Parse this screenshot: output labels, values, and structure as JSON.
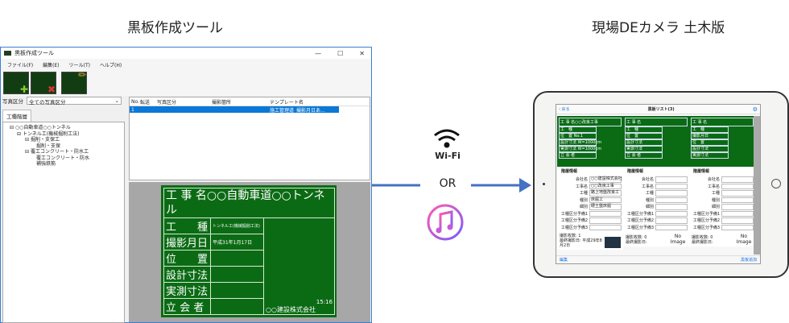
{
  "headings": {
    "left": "黒板作成ツール",
    "right": "現場DEカメラ 土木版"
  },
  "window": {
    "title": "黒板作成ツール",
    "controls": [
      "—",
      "☐",
      "✕"
    ],
    "menu": [
      "ファイル(F)",
      "編集(E)",
      "ツール(T)",
      "ヘルプ(H)"
    ],
    "filter_label": "写真区分",
    "filter_value": "全ての写真区分",
    "tab": "工種階層",
    "tree": [
      "○○自動車道○○トンネル",
      "トンネル工(機械掘削工法)",
      "掘削・支保工",
      "掘削・支保",
      "覆工コンクリート・防水工",
      "覆工コンクリート・防水",
      "補強鉄筋"
    ],
    "columns": [
      "No.",
      "転送",
      "写真区分",
      "撮影箇所",
      "テンプレート名"
    ],
    "row": {
      "no": "1",
      "template": "施工管理道_撮影月日あ..."
    }
  },
  "blackboard": {
    "title_label": "工 事 名",
    "title_value": "○○自動車道○○トンネル",
    "rows": [
      {
        "label": "工　　種",
        "value": "トンネル工(機械掘削工法)"
      },
      {
        "label": "撮影月日",
        "value": "平成31年1月17日"
      },
      {
        "label": "位　　置",
        "value": ""
      },
      {
        "label": "設計寸法",
        "value": ""
      },
      {
        "label": "実測寸法",
        "value": ""
      },
      {
        "label": "立 会 者",
        "value": ""
      }
    ],
    "time": "15:16",
    "company": "○○建設株式会社"
  },
  "connector": {
    "wifi": "Wi-Fi",
    "or": "OR"
  },
  "tablet": {
    "back": "戻る",
    "title": "黒板リスト(3)",
    "bottom_left": "編集",
    "bottom_right": "黒板追加",
    "section": "階層情報",
    "cards": [
      {
        "bb_title": "工 事 名○○改良工事",
        "bb_rows": [
          "工　種",
          "位　置 No.1",
          "設計寸法 W=1000cm",
          "実測寸法 W=1000cm",
          "立 会 者"
        ],
        "fields": [
          "○○建設株式会社",
          "○○改良工事",
          "路上地盤改良工",
          "床掘工",
          "硬土盤床掘",
          "",
          "",
          ""
        ],
        "count": "撮影枚数: 1",
        "last": "最終撮影日: 平成29年8月2日",
        "image": ""
      },
      {
        "bb_title": "工 事 名",
        "bb_rows": [
          "工　種",
          "位　置",
          "設計寸法",
          "実測寸法",
          "立 会 者"
        ],
        "fields": [
          "",
          "",
          "",
          "",
          "",
          "",
          "",
          ""
        ],
        "count": "撮影枚数: 0",
        "last": "最終撮影日:",
        "image": "No Image"
      },
      {
        "bb_title": "工 事 名",
        "bb_rows": [
          "工　種",
          "撮影月日",
          "位　置",
          "設計寸法",
          "実測寸法"
        ],
        "fields": [
          "",
          "",
          "",
          "",
          "",
          "",
          "",
          ""
        ],
        "count": "撮影枚数: 0",
        "last": "最終撮影日:",
        "image": "No Image"
      }
    ],
    "field_labels": [
      "会社名",
      "工事名",
      "工種",
      "種別",
      "細別",
      "工種区分予備1",
      "工種区分予備2",
      "工種区分予備3"
    ]
  },
  "colors": {
    "board": "#0b6b14",
    "arrow": "#4472c4",
    "selection": "#0a78d7"
  }
}
